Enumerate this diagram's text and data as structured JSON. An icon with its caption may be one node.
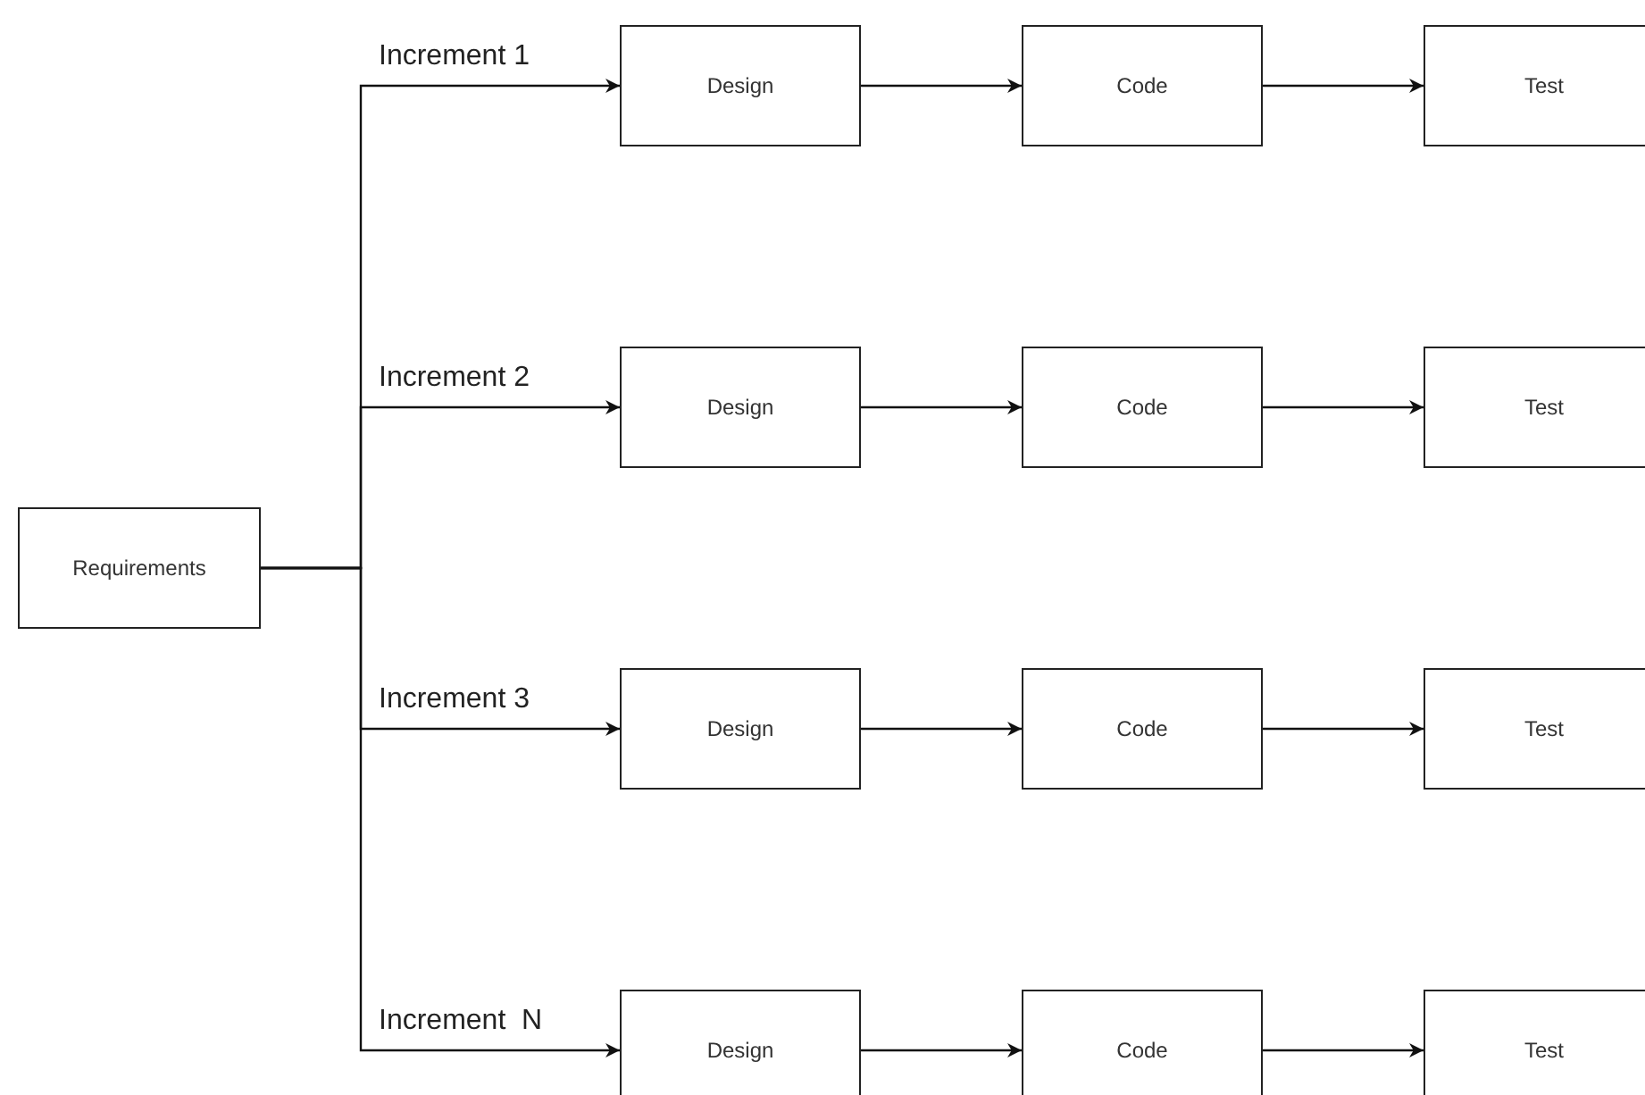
{
  "diagram": {
    "nodes": [
      {
        "text": [
          "Requirements"
        ]
      },
      {
        "text": [
          "Design"
        ]
      },
      {
        "text": [
          "Code"
        ]
      },
      {
        "text": [
          "Test"
        ]
      },
      {
        "text": [
          "Design"
        ]
      },
      {
        "text": [
          "Code"
        ]
      },
      {
        "text": [
          "Test"
        ]
      },
      {
        "text": [
          "Design"
        ]
      },
      {
        "text": [
          "Code"
        ]
      },
      {
        "text": [
          "Test"
        ]
      },
      {
        "text": [
          "Design"
        ]
      },
      {
        "text": [
          "Code"
        ]
      },
      {
        "text": [
          "Test"
        ]
      }
    ],
    "edges": [
      {
        "from": 0,
        "to": 1,
        "arrow": "to",
        "label": "Increment 1"
      },
      {
        "from": 0,
        "to": 4,
        "arrow": "to",
        "label": "Increment 2"
      },
      {
        "from": 0,
        "to": 7,
        "arrow": "to",
        "label": "Increment 3"
      },
      {
        "from": 0,
        "to": 10,
        "arrow": "to",
        "label": "Increment  N"
      },
      {
        "from": 1,
        "to": 2,
        "arrow": "to"
      },
      {
        "from": 2,
        "to": 3,
        "arrow": "to"
      },
      {
        "from": 4,
        "to": 5,
        "arrow": "to"
      },
      {
        "from": 5,
        "to": 6,
        "arrow": "to"
      },
      {
        "from": 7,
        "to": 8,
        "arrow": "to"
      },
      {
        "from": 8,
        "to": 9,
        "arrow": "to"
      },
      {
        "from": 10,
        "to": 11,
        "arrow": "to"
      },
      {
        "from": 11,
        "to": 12,
        "arrow": "to"
      }
    ]
  }
}
